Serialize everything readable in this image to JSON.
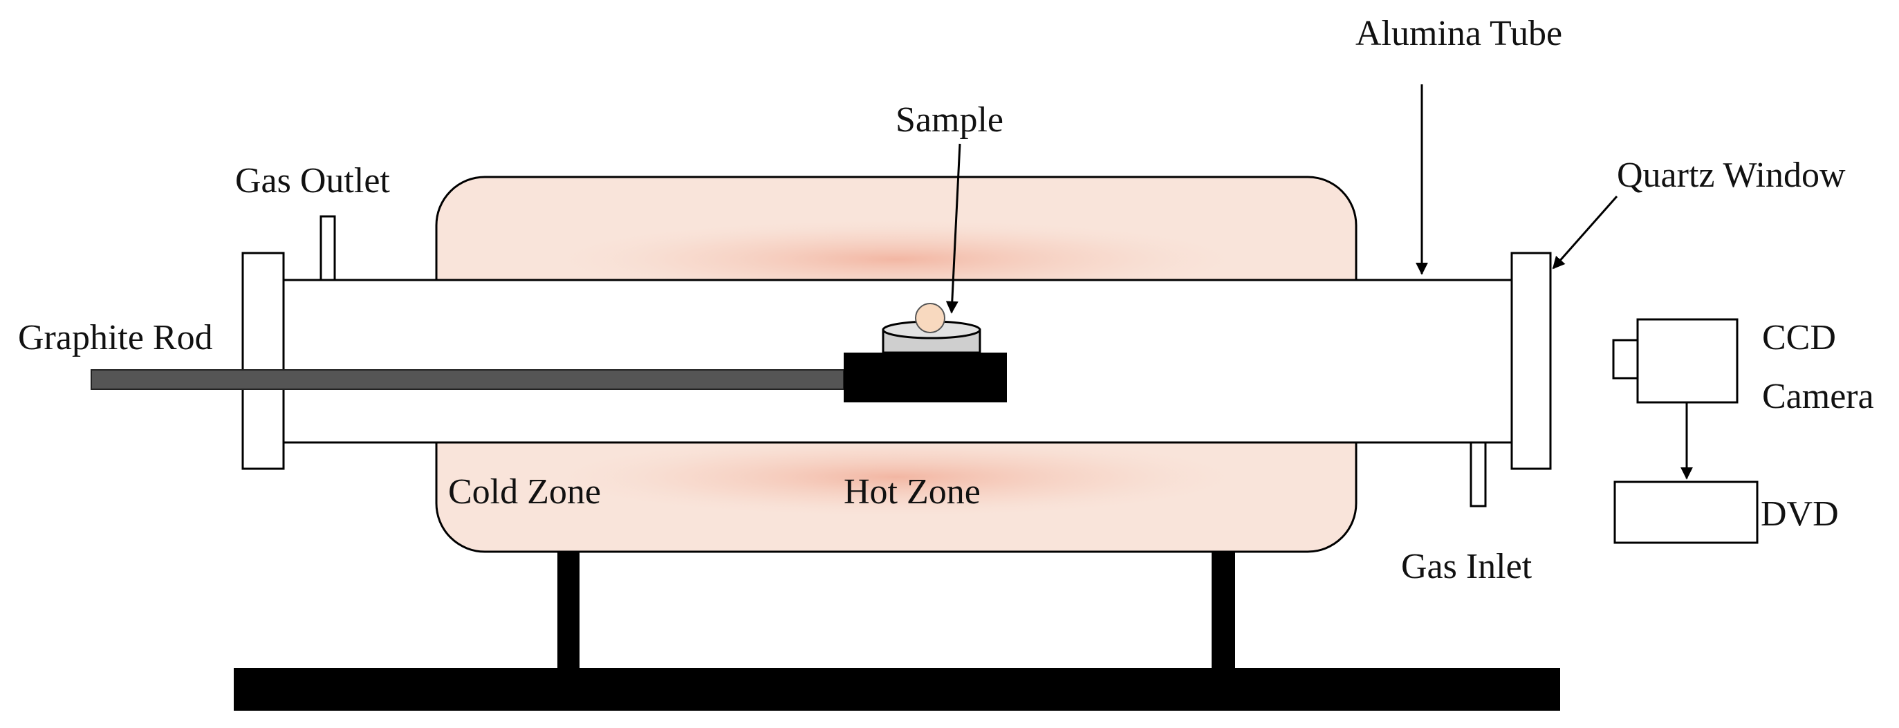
{
  "labels": {
    "alumina_tube": "Alumina Tube",
    "sample": "Sample",
    "gas_outlet": "Gas Outlet",
    "quartz_window": "Quartz Window",
    "graphite_rod": "Graphite Rod",
    "ccd_camera_line1": "CCD",
    "ccd_camera_line2": "Camera",
    "dvd": "DVD",
    "cold_zone": "Cold Zone",
    "hot_zone": "Hot Zone",
    "gas_inlet": "Gas Inlet"
  },
  "colors": {
    "furnace_fill": "#f9e4da",
    "furnace_glow": "#f2b9a2",
    "outline": "#000000",
    "rod": "#555555",
    "crucible": "#cfcfcf",
    "sample_ball": "#f8d9bf",
    "holder": "#000000"
  }
}
